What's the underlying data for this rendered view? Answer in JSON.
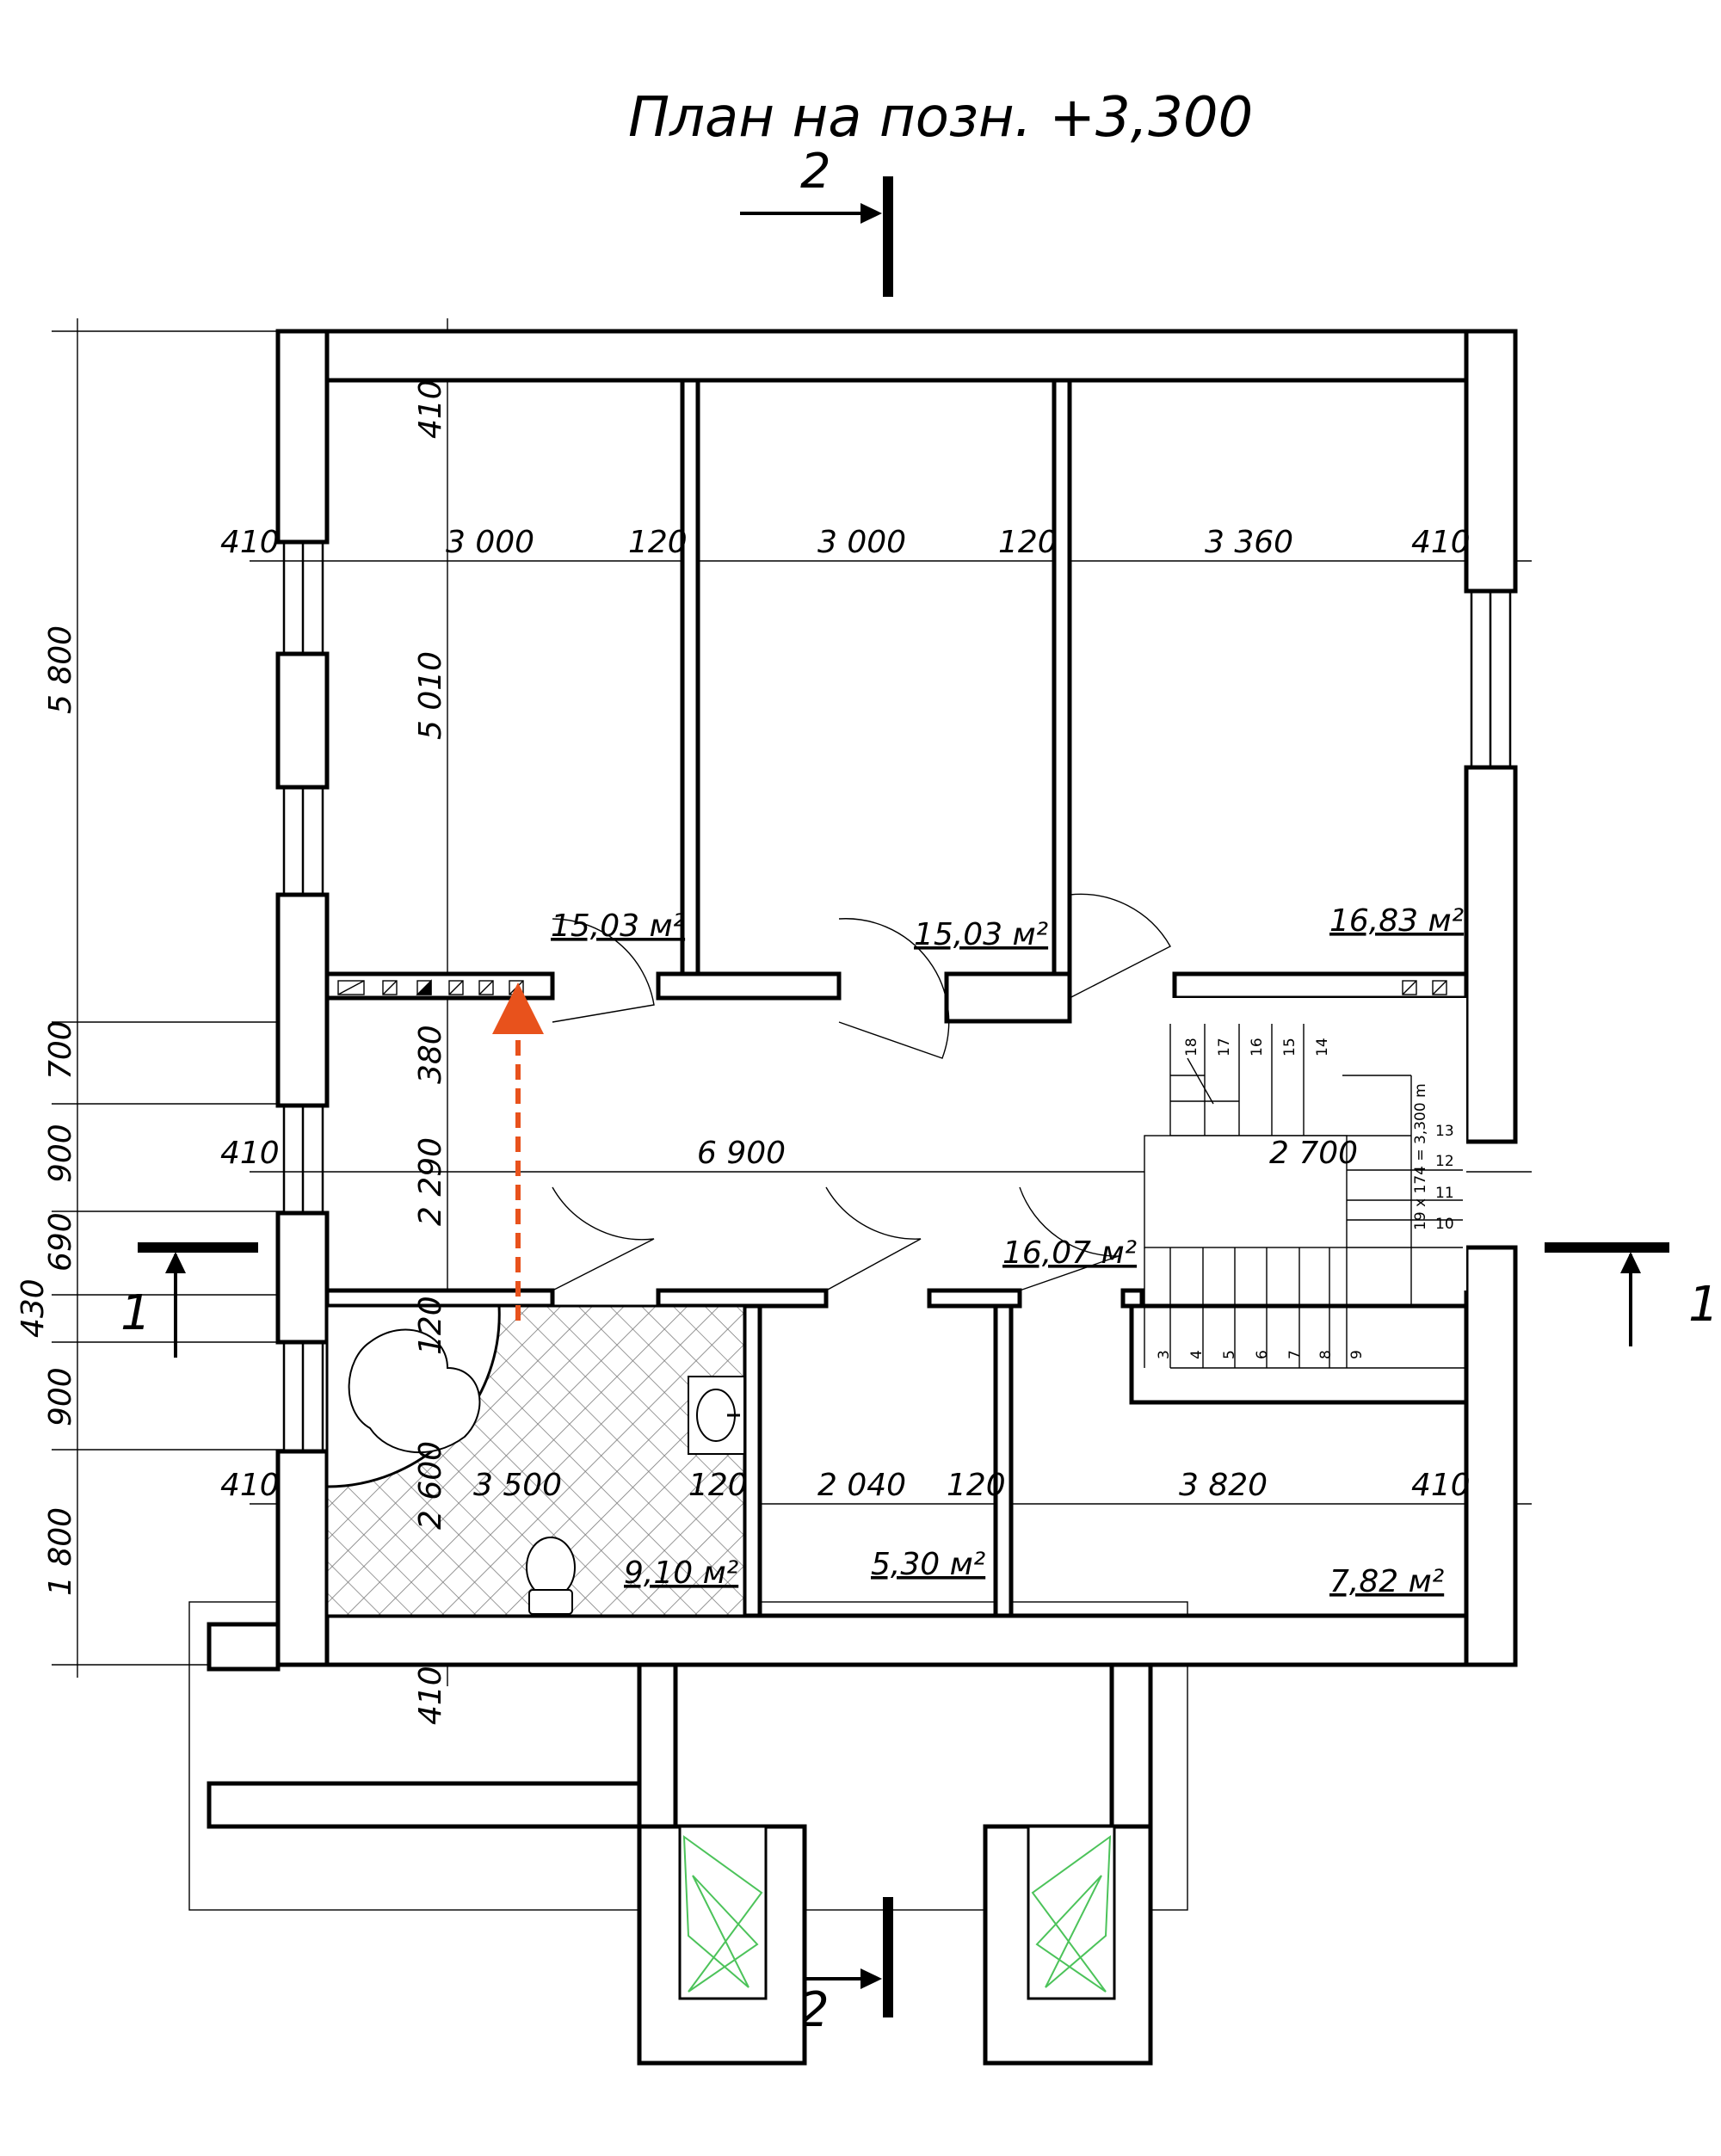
{
  "title": "План на позн. +3,300",
  "section_marks": {
    "s1_left": "1",
    "s1_right": "1",
    "s2_top": "2",
    "s2_bottom": "2"
  },
  "dims": {
    "v_total": "5 800",
    "v_700": "700",
    "v_900a": "900",
    "v_690": "690",
    "v_430": "430",
    "v_900b": "900",
    "v_1800": "1 800",
    "inner_410_top": "410",
    "inner_5010": "5 010",
    "inner_380": "380",
    "inner_2290": "2 290",
    "inner_120": "120",
    "inner_2600": "2 600",
    "inner_410_bot": "410",
    "row1": [
      "410",
      "3 000",
      "120",
      "3 000",
      "120",
      "3 360",
      "410"
    ],
    "row2_left": "410",
    "row2_mid": "6 900",
    "row2_stair": "2 700",
    "row3": [
      "410",
      "3 500",
      "120",
      "2 040",
      "120",
      "3 820",
      "410"
    ]
  },
  "areas": {
    "room1": "15,03 м²",
    "room2": "15,03 м²",
    "room3": "16,83 м²",
    "hall": "16,07 м²",
    "bath": "9,10 м²",
    "wc": "5,30 м²",
    "room_se": "7,82 м²"
  },
  "stair": {
    "label": "19 х 174 = 3,300 m",
    "steps_top": [
      "18",
      "17",
      "16",
      "15",
      "14"
    ],
    "steps_right": [
      "13",
      "12",
      "11",
      "10"
    ],
    "steps_bottom": [
      "3",
      "4",
      "5",
      "6",
      "7",
      "8",
      "9"
    ]
  },
  "colors": {
    "arrow": "#e8521c",
    "hatch_green": "#4cc35a",
    "tile": "#7a7a7a"
  },
  "icons": [
    "bathtub-icon",
    "sink-icon",
    "toilet-icon",
    "vent-duct-icon"
  ]
}
